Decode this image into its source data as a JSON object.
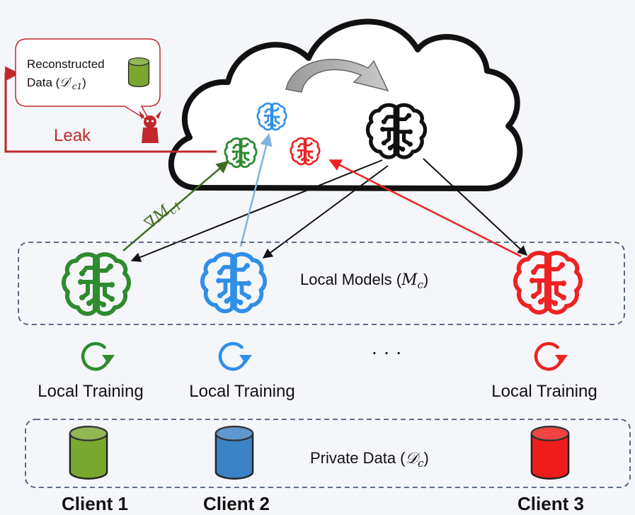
{
  "colors": {
    "client1": "#2e8b2e",
    "client2": "#2f8fe8",
    "client3": "#ee2222",
    "server": "#111111",
    "leak": "#c0282b",
    "gradient_arrow": "#3f6e1f",
    "blue_arrow": "#7fb3e0",
    "dashed_border": "#4a5a78",
    "db_green": "#7aa82e",
    "db_blue": "#3b82c4",
    "db_red": "#ee1c1c"
  },
  "icons": {
    "brain": "brain-circuit-icon",
    "training": "circular-arrow-icon",
    "database": "database-cylinder-icon",
    "attacker": "devil-icon",
    "cloud": "cloud-shape"
  },
  "callout": {
    "line1": "Reconstructed",
    "line2_prefix": "Data (",
    "line2_math": "𝒟′",
    "line2_sub": "c1",
    "line2_suffix": ")"
  },
  "leak_label": "Leak",
  "gradient_label": {
    "symbol": "∇M",
    "sub": "c1"
  },
  "local_models_label": {
    "text": "Local Models (",
    "math": "M",
    "sub": "c",
    "suffix": ")"
  },
  "training_labels": [
    "Local Training",
    "Local Training",
    "Local Training"
  ],
  "ellipsis": "· · ·",
  "private_data_label": {
    "text": "Private Data (",
    "math": "𝒟",
    "sub": "c",
    "suffix": ")"
  },
  "clients": [
    "Client 1",
    "Client 2",
    "Client 3"
  ]
}
